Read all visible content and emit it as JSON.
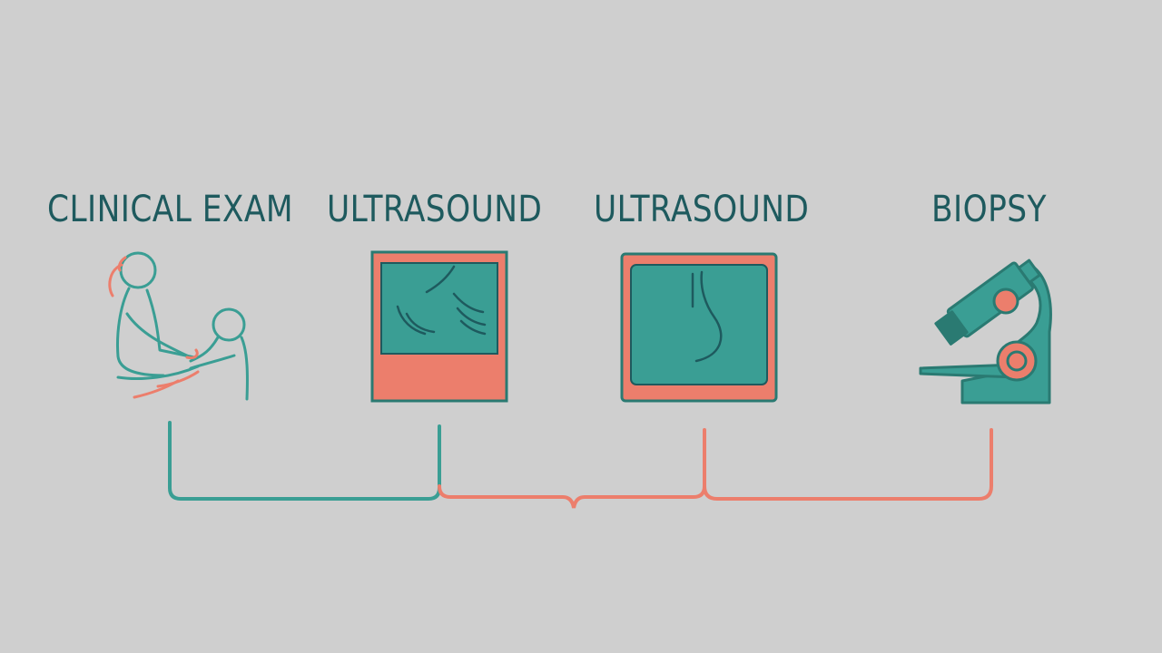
{
  "colors": {
    "background": "#cfcfcf",
    "label": "#1e5a5e",
    "teal": "#3a9e94",
    "teal_dark": "#2a7a72",
    "coral": "#ec7e6c"
  },
  "steps": [
    {
      "label": "CLINICAL EXAM",
      "icon": "clinical-exam-icon"
    },
    {
      "label": "ULTRASOUND",
      "icon": "ultrasound-screen-icon"
    },
    {
      "label": "ULTRASOUND",
      "icon": "ultrasound-screen-icon"
    },
    {
      "label": "BIOPSY",
      "icon": "microscope-icon"
    }
  ]
}
